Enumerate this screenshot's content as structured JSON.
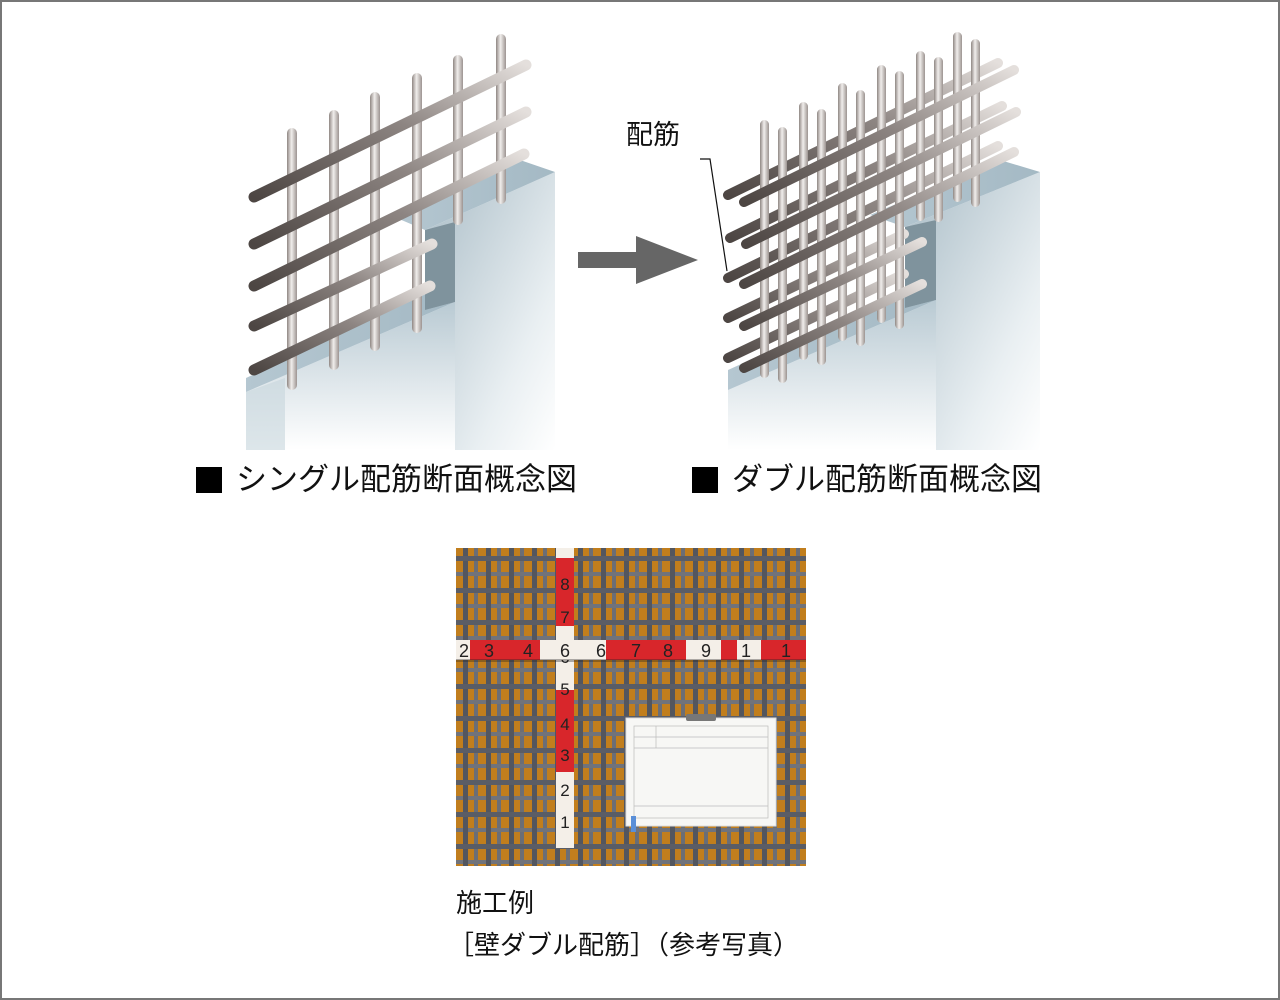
{
  "figures": {
    "single": {
      "caption": "シングル配筋断面概念図",
      "marker": "square-bullet"
    },
    "double": {
      "caption": "ダブル配筋断面概念図",
      "marker": "square-bullet",
      "callout_label": "配筋"
    },
    "arrow": {
      "direction": "right",
      "color": "#666666"
    }
  },
  "photo": {
    "alt": "壁ダブル配筋 施工写真",
    "tape_vertical_numbers": [
      "8",
      "7",
      "6",
      "5",
      "4",
      "3",
      "2",
      "1"
    ],
    "tape_horizontal_numbers": [
      "2",
      "3",
      "4",
      "6",
      "7",
      "8",
      "9",
      "1",
      "1"
    ],
    "caption_line1": "施工例",
    "caption_line2": "［壁ダブル配筋］（参考写真）"
  },
  "colors": {
    "border": "#777777",
    "concrete_top": "#a9bdc8",
    "concrete_side": "#7f939d",
    "rebar_dark": "#5a5350",
    "rebar_light": "#d8d2cf",
    "formwork": "#c8861c",
    "tape_red": "#d8262b"
  }
}
